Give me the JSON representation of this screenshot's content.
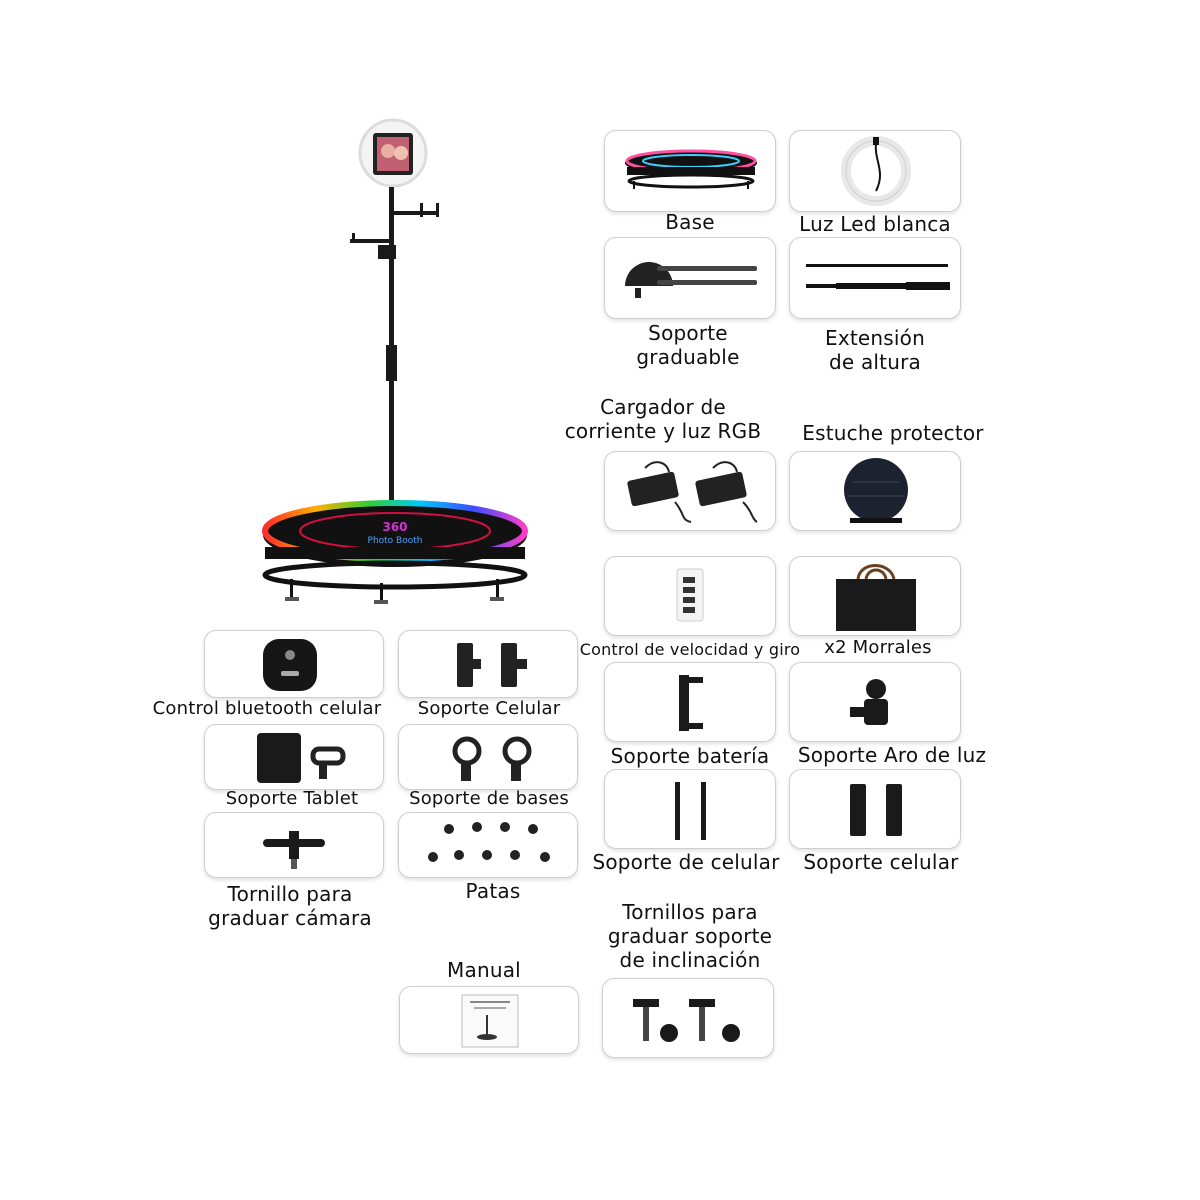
{
  "hero": {
    "brand": "Photo Booth",
    "logo": "360"
  },
  "items": {
    "base": "Base",
    "luz_led": "Luz Led blanca",
    "soporte_graduable": "Soporte\ngraduable",
    "extension": "Extensión\nde altura",
    "cargador": "Cargador de\ncorriente y luz RGB",
    "estuche": "Estuche protector",
    "control_velocidad": "Control de velocidad y giro",
    "morrales": "x2 Morrales",
    "control_bluetooth": "Control bluetooth celular",
    "soporte_celular_1": "Soporte Celular",
    "soporte_bateria": "Soporte batería",
    "soporte_aro": "Soporte Aro de luz",
    "soporte_tablet": "Soporte Tablet",
    "soporte_bases": "Soporte de bases",
    "soporte_de_celular": "Soporte de celular",
    "soporte_celular_2": "Soporte celular",
    "tornillo_camara": "Tornillo para\ngraduar cámara",
    "patas": "Patas",
    "tornillos_inclinacion": "Tornillos para\ngraduar soporte\nde inclinación",
    "manual": "Manual"
  },
  "icons": {
    "hero": "photo-booth-360-icon",
    "base": "rotating-platform-icon",
    "luz_led": "ring-light-icon",
    "soporte_graduable": "adjustable-arm-icon",
    "extension": "telescopic-pole-icon",
    "cargador": "power-adapter-icon",
    "estuche": "protective-case-icon",
    "control_velocidad": "speed-remote-icon",
    "morrales": "bag-icon",
    "control_bluetooth": "bluetooth-remote-icon",
    "soporte_celular_1": "phone-clamp-icon",
    "soporte_bateria": "battery-holder-icon",
    "soporte_aro": "ball-head-icon",
    "soporte_tablet": "tablet-holder-icon",
    "soporte_bases": "pole-clamp-icon",
    "soporte_de_celular": "phone-rods-icon",
    "soporte_celular_2": "phone-holder-icon",
    "tornillo_camara": "camera-screw-icon",
    "patas": "feet-icon",
    "tornillos_inclinacion": "tilt-screws-icon",
    "manual": "manual-icon"
  }
}
